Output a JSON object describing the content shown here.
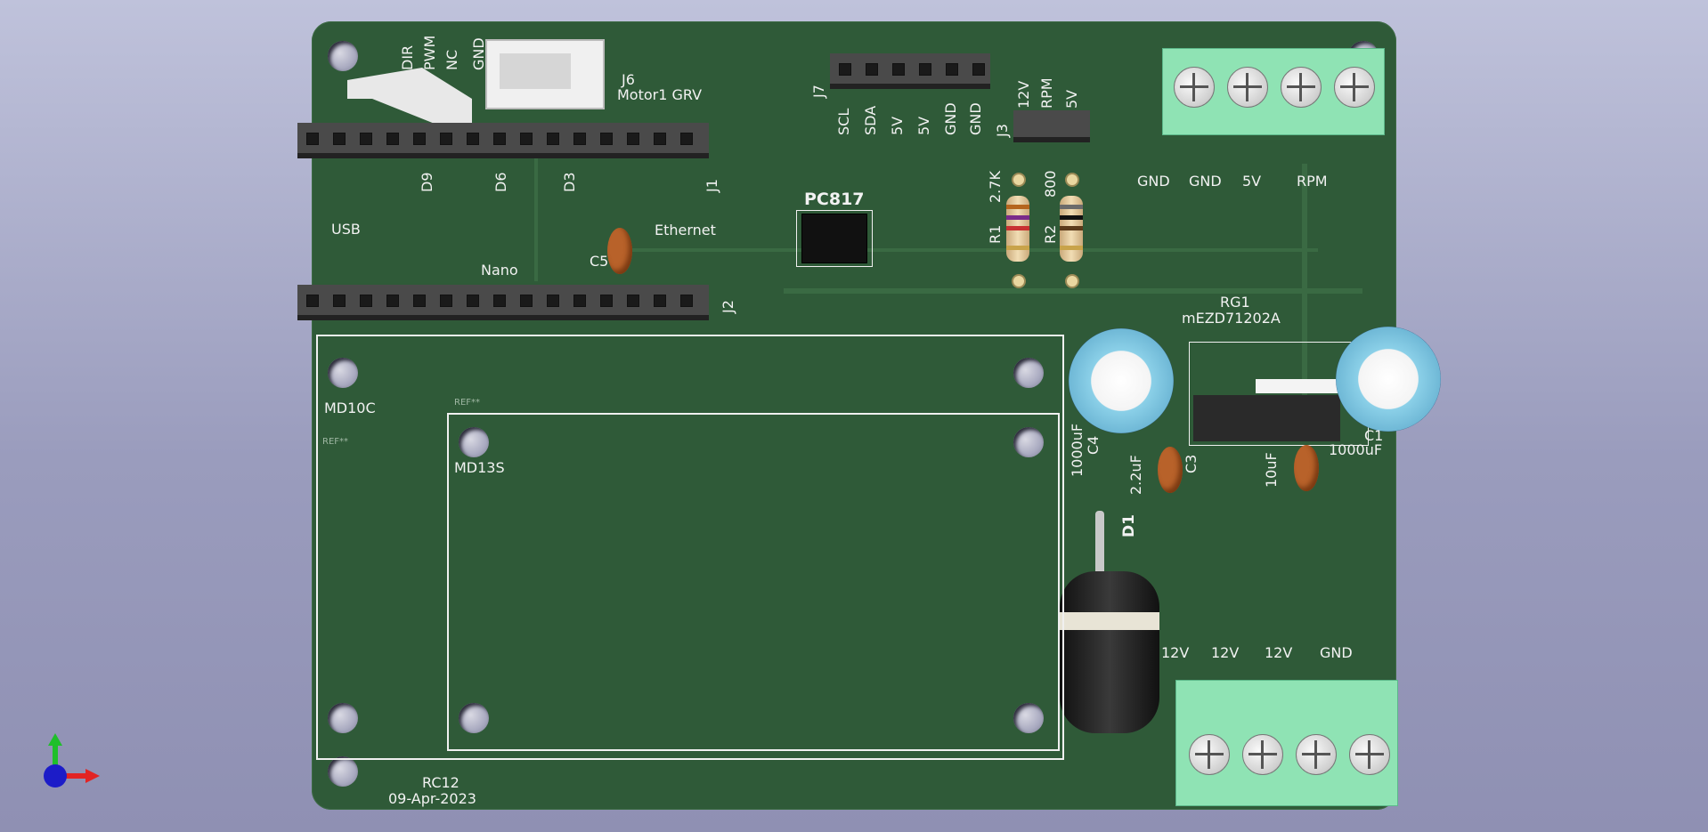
{
  "board": {
    "j6_ref": "J6",
    "j6_value": "Motor1 GRV",
    "j6_pins": [
      "DIR",
      "PWM",
      "NC",
      "GND"
    ],
    "j7_ref": "J7",
    "j7_pins": [
      "SCL",
      "SDA",
      "5V",
      "5V",
      "GND",
      "GND"
    ],
    "j3_ref": "J3",
    "j3_pins": [
      "12V",
      "RPM",
      "5V"
    ],
    "j1_ref": "J1",
    "j1_labels": [
      "D9",
      "D6",
      "D3"
    ],
    "j2_ref": "J2",
    "nano_label": "Nano",
    "usb_label": "USB",
    "ethernet_label": "Ethernet",
    "c5_ref": "C5",
    "pc817_label": "PC817",
    "r1_ref": "R1",
    "r1_value": "2.7K",
    "r2_ref": "R2",
    "r2_value": "800",
    "top_terminal_labels": [
      "GND",
      "GND",
      "5V",
      "RPM"
    ],
    "rg1_ref": "RG1",
    "rg1_value": "mEZD71202A",
    "c4_ref": "C4",
    "c4_value": "1000uF",
    "c1_ref": "C1",
    "c1_value": "1000uF",
    "c3_ref": "C3",
    "c3_value": "2.2uF",
    "c2_value": "10uF",
    "d1_ref": "D1",
    "md10c_label": "MD10C",
    "md13s_label": "MD13S",
    "ref_placeholder": "REF**",
    "bottom_terminal_labels": [
      "12V",
      "12V",
      "12V",
      "GND"
    ],
    "revision": "RC12",
    "date": "09-Apr-2023"
  },
  "colors": {
    "pcb": "#2f5a38",
    "silkscreen": "#f2f2f2",
    "terminal": "#8fe3b4",
    "background": "#a7a9c6"
  },
  "axes_icon": {
    "x_color": "#e22424",
    "y_color": "#1fbf2a",
    "z_color": "#1c1cc8"
  }
}
